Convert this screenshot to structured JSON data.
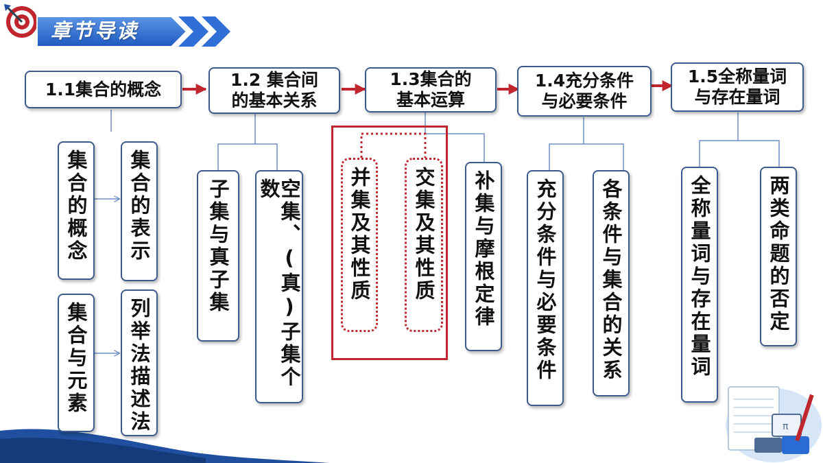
{
  "banner": {
    "title": "章节导读"
  },
  "sections": [
    {
      "label": "1.1集合的概念"
    },
    {
      "label": "1.2 集合间\n的基本关系"
    },
    {
      "label": "1.3集合的\n基本运算"
    },
    {
      "label": "1.4充分条件\n与必要条件"
    },
    {
      "label": "1.5全称量词\n与存在量词"
    }
  ],
  "topics": {
    "s1": [
      "集合的概念",
      "集合的表示",
      "集合与元素",
      "列举法描述法"
    ],
    "s2": [
      "子集与真子集",
      "空集、(真)子集个数"
    ],
    "s3": [
      "并集及其性质",
      "交集及其性质",
      "补集与摩根定律"
    ],
    "s4": [
      "充分条件与必要条件",
      "各条件与集合的关系"
    ],
    "s5": [
      "全称量词与存在量词",
      "两类命题的否定"
    ]
  },
  "colors": {
    "box_border": "#3d5a8c",
    "arrow_red": "#c0262e",
    "connector_blue": "#6f8fc6",
    "banner_blue": "#2f6fd6"
  },
  "icons": {
    "logo": "dartboard-icon",
    "decoration": "math-notebook-illustration"
  }
}
